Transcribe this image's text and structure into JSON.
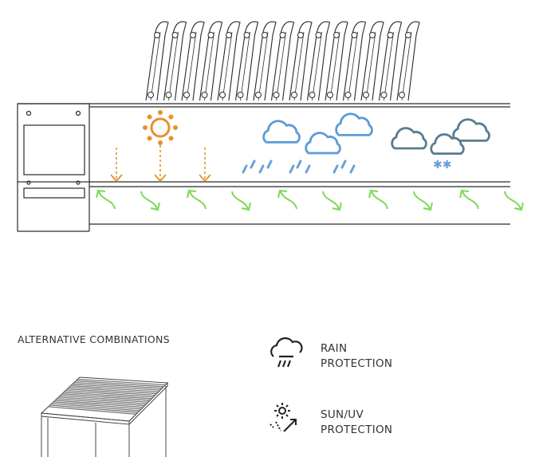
{
  "legend": {
    "title": "ALTERNATIVE COMBINATIONS",
    "features": [
      {
        "icon": "rain-cloud-icon",
        "line1": "RAIN",
        "line2": "PROTECTION"
      },
      {
        "icon": "sun-uv-icon",
        "line1": "SUN/UV",
        "line2": "PROTECTION"
      }
    ]
  },
  "colors": {
    "sun": "#E8912A",
    "rain": "#6A9FD8",
    "cloud_light": "#5C9BD6",
    "cloud_dark": "#5A7B91",
    "snow": "#6A9FD8",
    "airflow": "#7ED957",
    "line": "#2a2a2a"
  }
}
